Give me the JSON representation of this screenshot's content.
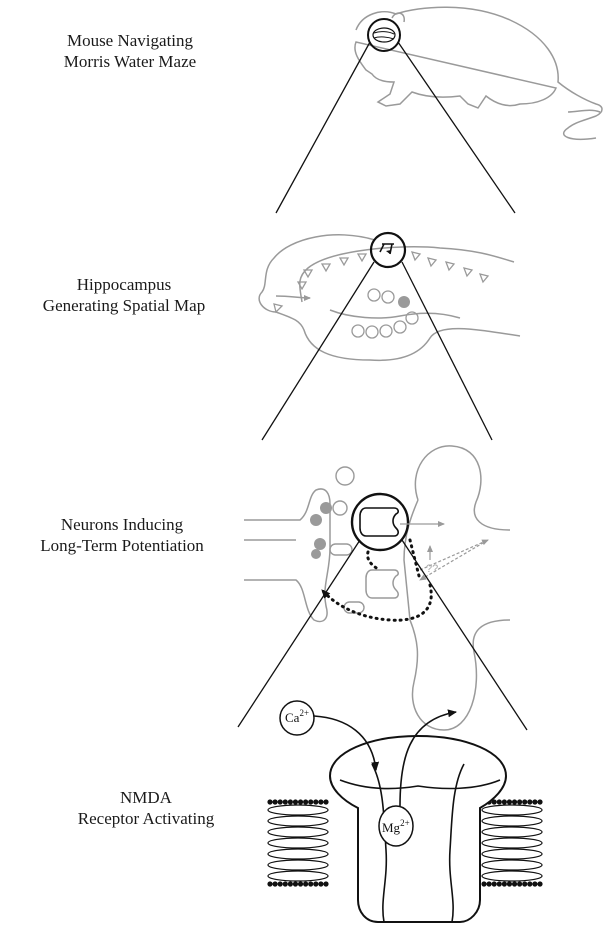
{
  "panels": [
    {
      "line1": "Mouse Navigating",
      "line2": "Morris Water Maze"
    },
    {
      "line1": "Hippocampus",
      "line2": "Generating Spatial Map"
    },
    {
      "line1": "Neurons Inducing",
      "line2": "Long-Term Potentiation"
    },
    {
      "line1": "NMDA",
      "line2": "Receptor Activating"
    }
  ],
  "ions": {
    "calcium": {
      "base": "Ca",
      "charge": "2+"
    },
    "magnesium": {
      "base": "Mg",
      "charge": "2+"
    }
  },
  "annotation": "??",
  "colors": {
    "ink": "#111111",
    "grey": "#9a9a9a"
  }
}
